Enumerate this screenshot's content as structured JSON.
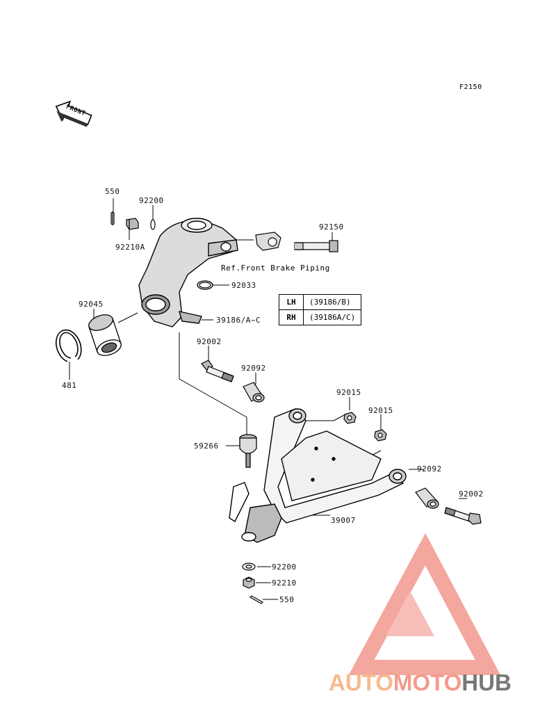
{
  "figure_code": "F2150",
  "front_arrow_text": "FRONT",
  "reference_note": "Ref.Front Brake Piping",
  "side_table": [
    {
      "side": "LH",
      "part": "(39186/B)"
    },
    {
      "side": "RH",
      "part": "(39186A/C)"
    }
  ],
  "part_labels": {
    "p550_top": "550",
    "p92200_top": "92200",
    "p92210A": "92210A",
    "p92150": "92150",
    "p92033": "92033",
    "p92045": "92045",
    "p39186": "39186/A~C",
    "p481": "481",
    "p92002_top": "92002",
    "p92092_left": "92092",
    "p92015_a": "92015",
    "p92015_b": "92015",
    "p59266": "59266",
    "p92092_right": "92092",
    "p92002_right": "92002",
    "p39007": "39007",
    "p92200_bottom": "92200",
    "p92210_bottom": "92210",
    "p550_bottom": "550"
  },
  "watermark": {
    "part1": "AUTO",
    "part2": "MOTO",
    "part3": "HUB",
    "colors": {
      "auto": "#f7b98c",
      "moto": "#f39b8d",
      "hub": "#777777",
      "triangle": "#f08a7e"
    }
  }
}
